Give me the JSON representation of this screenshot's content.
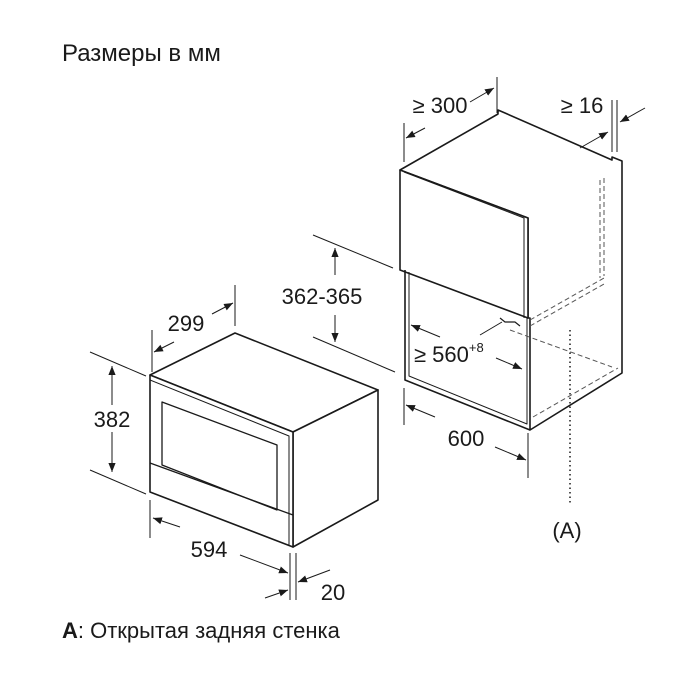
{
  "title": "Размеры в мм",
  "caption": {
    "key": "A",
    "text": ": Открытая задняя стенка"
  },
  "appliance_dimensions": {
    "height": "382",
    "depth": "299",
    "width": "594",
    "front_depth": "20"
  },
  "cabinet_dimensions": {
    "depth": "≥ 300",
    "back_gap": "≥ 16",
    "niche_height": "362-365",
    "niche_width": "≥ 560",
    "niche_width_tolerance": "+8",
    "cabinet_width": "600"
  },
  "label_A": "(A)"
}
